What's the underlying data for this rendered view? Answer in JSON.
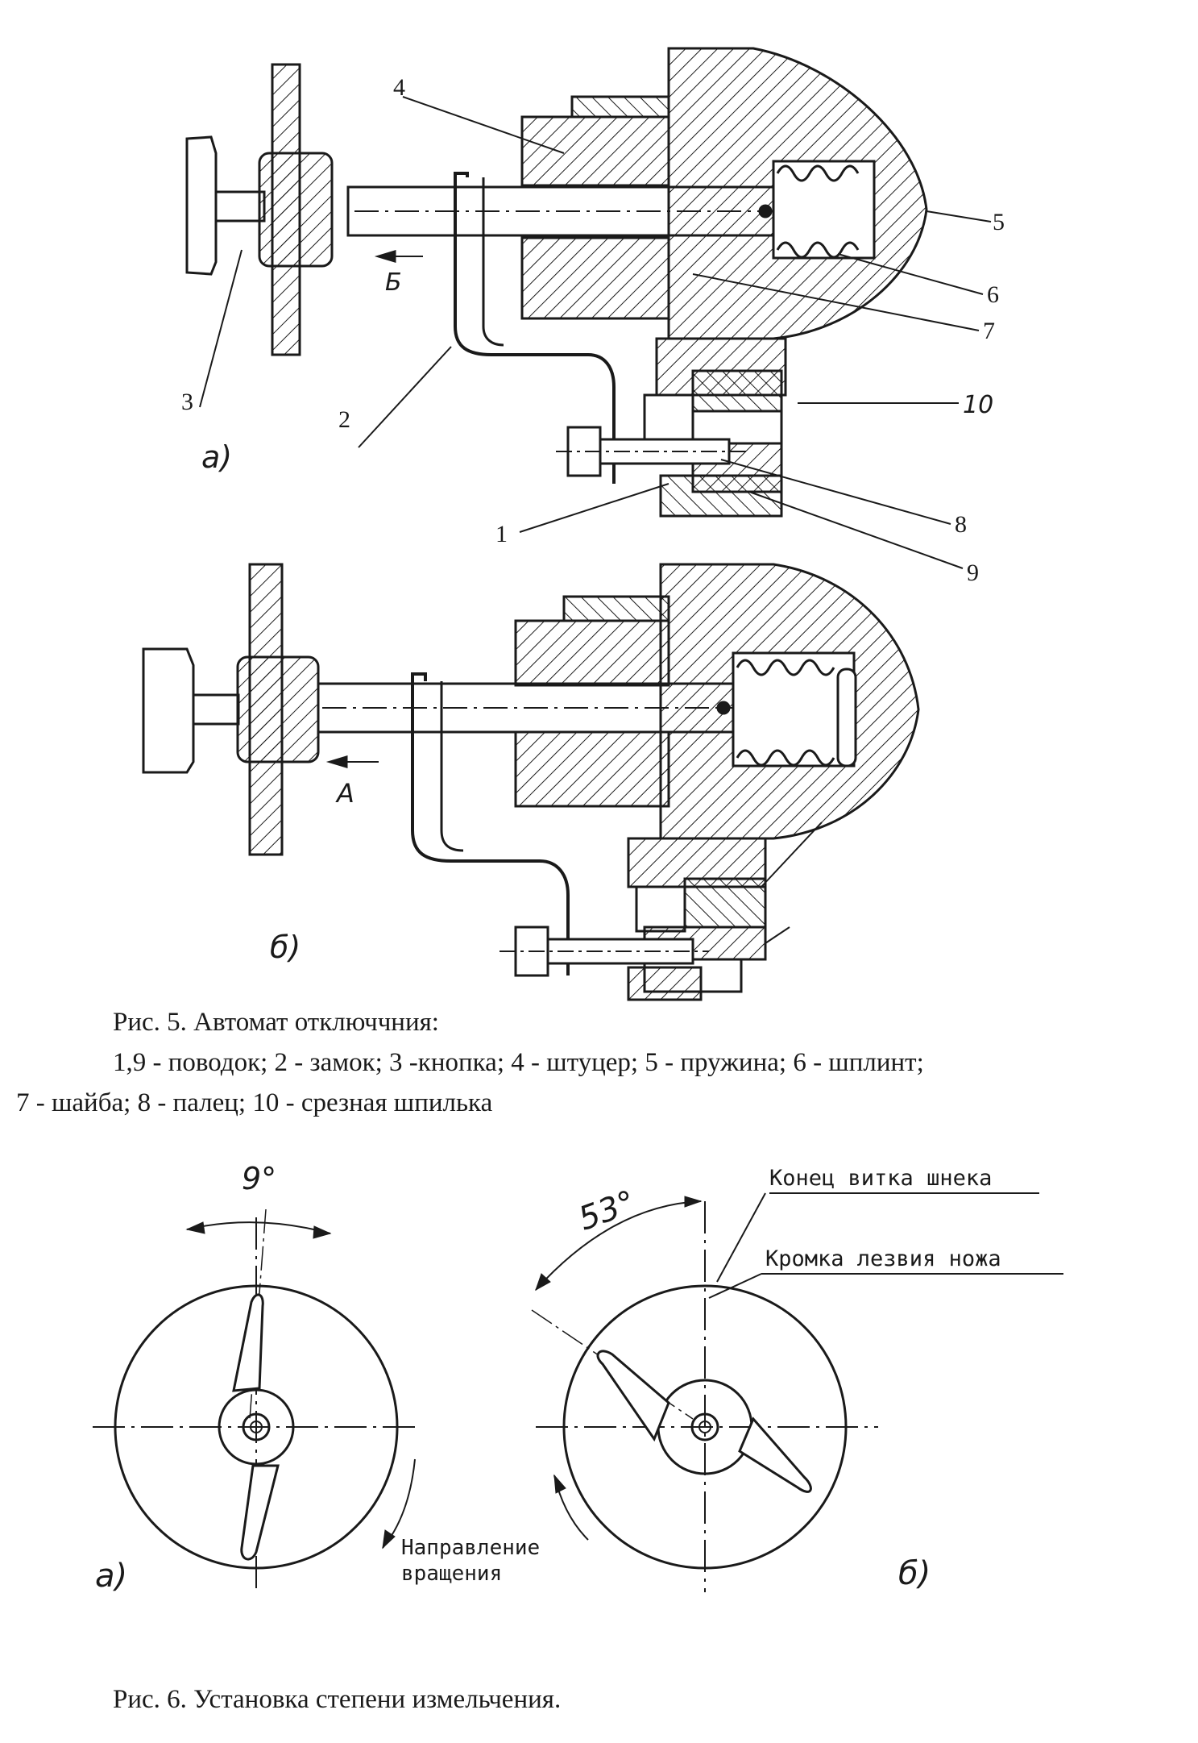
{
  "figure5": {
    "sub_a": "а)",
    "sub_b": "б)",
    "arrow_b": "Б",
    "arrow_a": "А",
    "callouts": [
      "1",
      "2",
      "3",
      "4",
      "5",
      "6",
      "7",
      "8",
      "9",
      "10"
    ],
    "caption_title": "Рис. 5. Автомат отключчния:",
    "caption_line1": "1,9 - поводок; 2 - замок; 3 -кнопка; 4 - штуцер; 5 - пружина; 6 - шплинт;",
    "caption_line2": "7 - шайба; 8 - палец; 10 - срезная шпилька"
  },
  "figure6": {
    "angle_a": "9°",
    "angle_b": "53°",
    "label_end": "Конец витка шнека",
    "label_edge": "Кромка лезвия ножа",
    "rotation_1": "Направление",
    "rotation_2": "вращения",
    "sub_a": "а)",
    "sub_b": "б)",
    "caption": "Рис. 6. Установка степени измельчения."
  },
  "colors": {
    "ink": "#1a1a1a",
    "paper": "#ffffff"
  }
}
